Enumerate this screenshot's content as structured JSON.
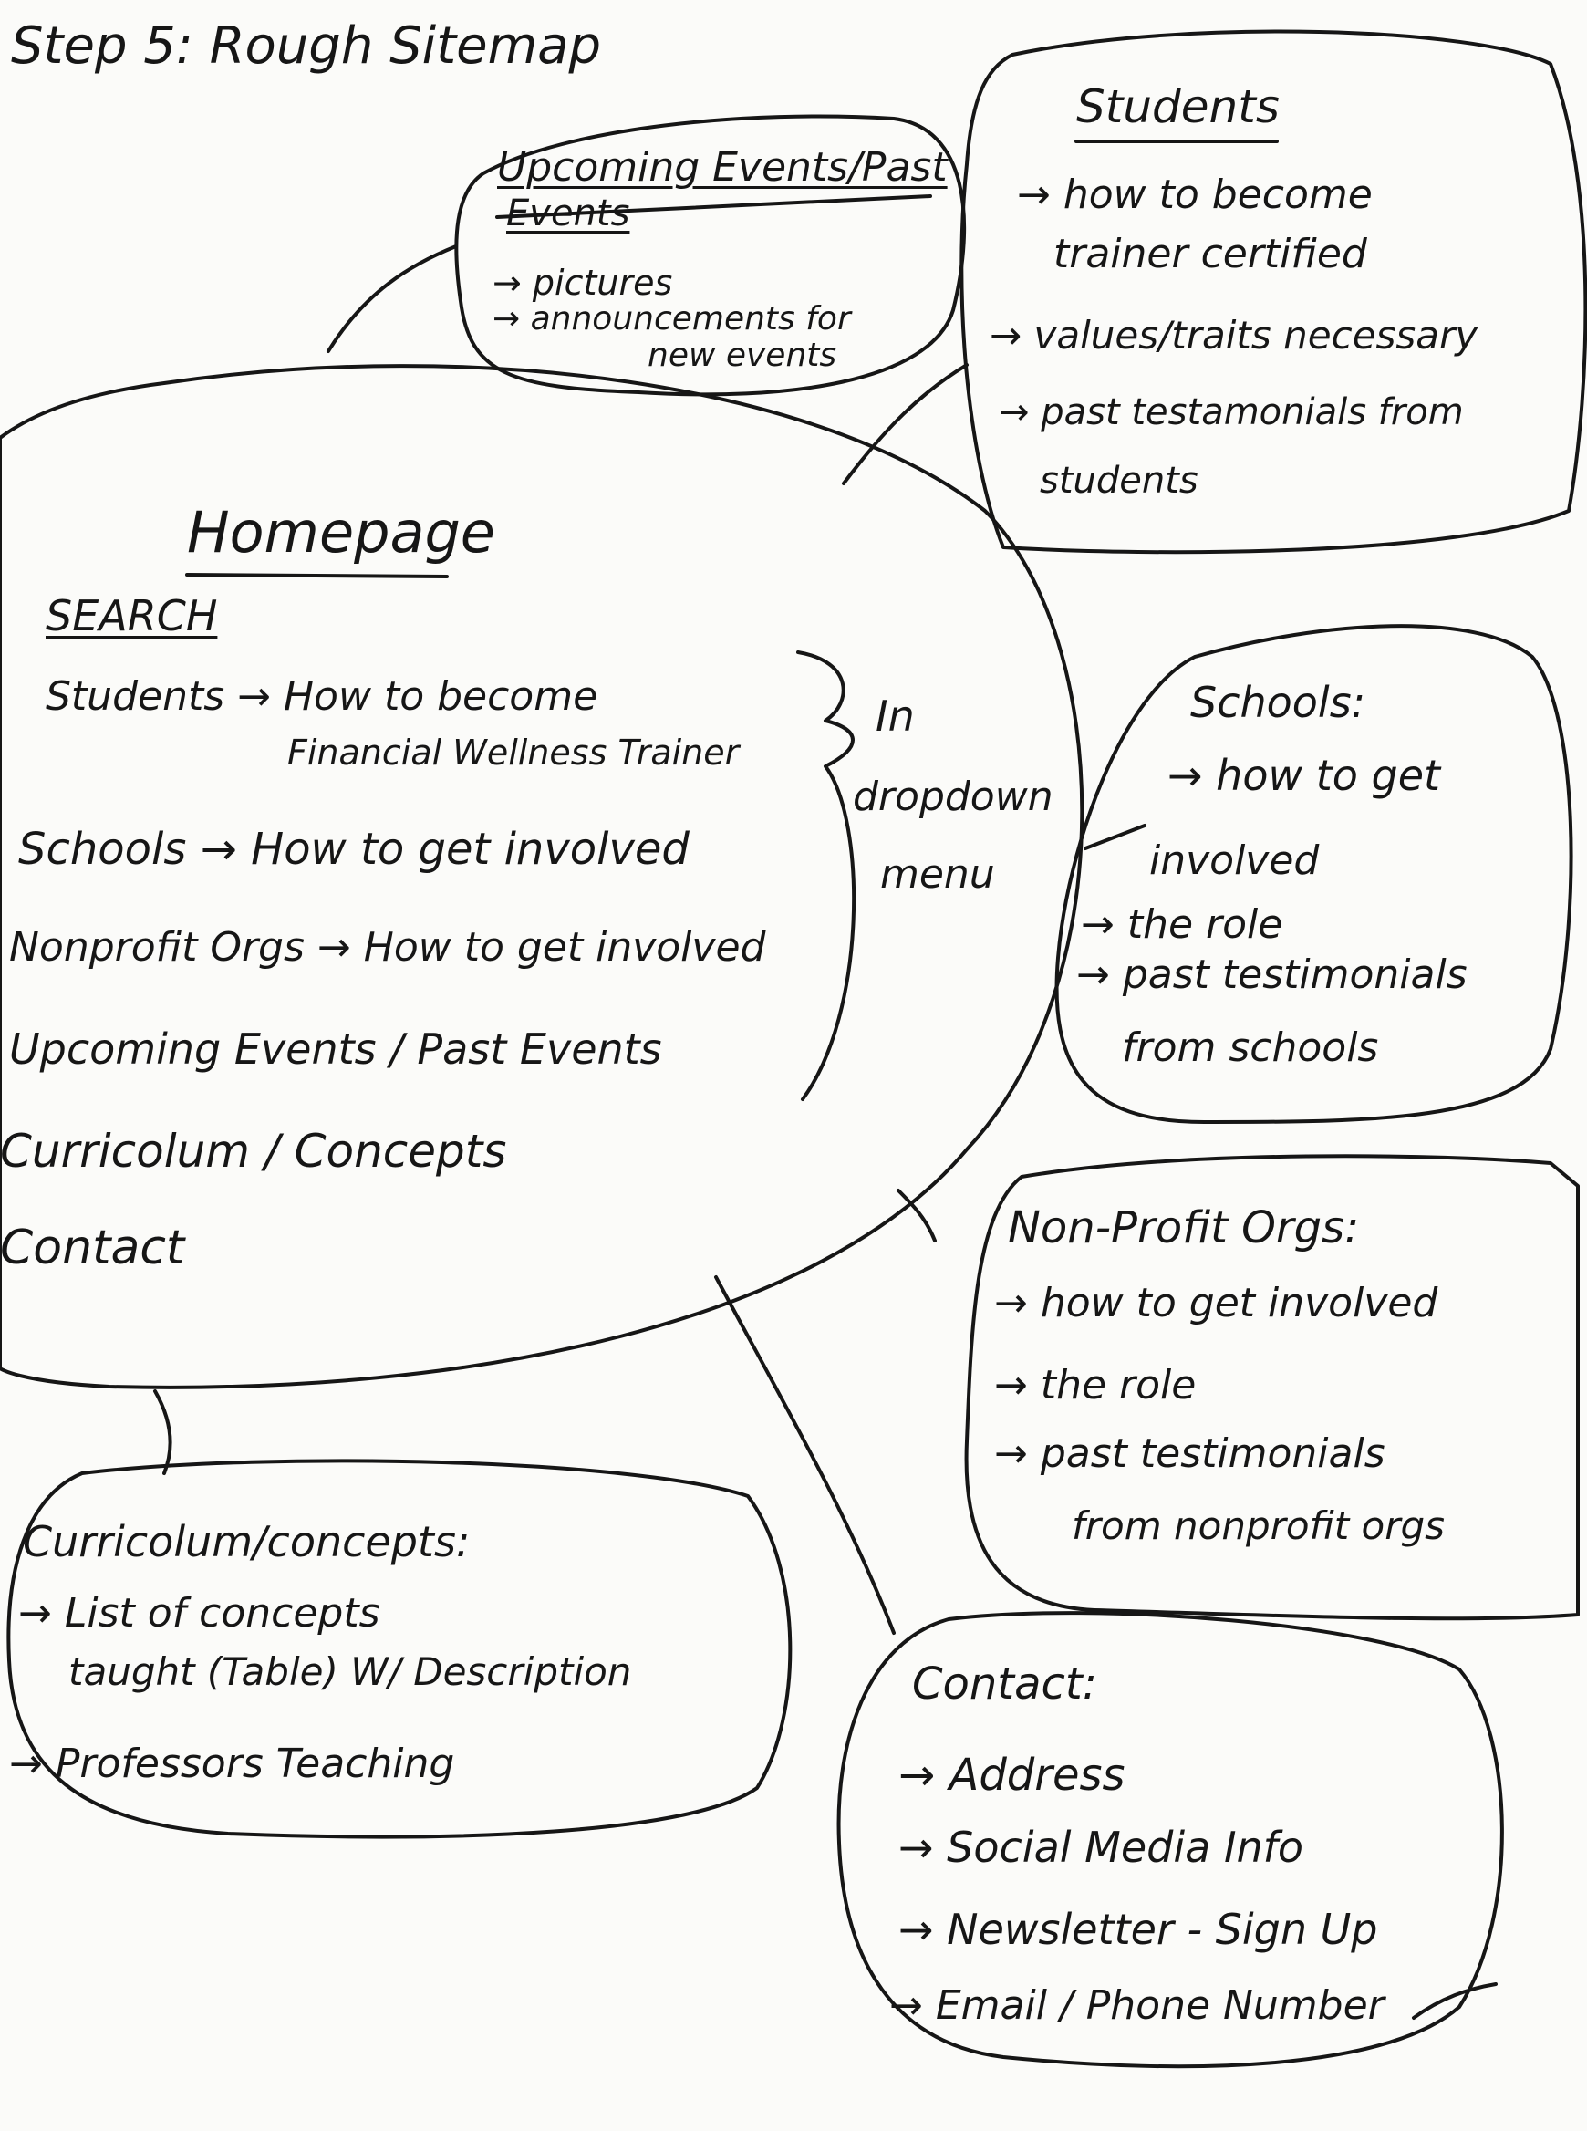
{
  "title": "Step 5: Rough Sitemap",
  "homepage": {
    "title": "Homepage",
    "search": "SEARCH",
    "items": [
      "Students → How to become",
      "Financial Wellness Trainer",
      "Schools → How to get involved",
      "Nonprofit Orgs → How to get involved",
      "Upcoming Events / Past Events",
      "Curricolum / Concepts",
      "Contact"
    ],
    "dropdown_note": [
      "In",
      "dropdown",
      "menu"
    ]
  },
  "events": {
    "title_line1": "Upcoming Events/Past",
    "title_line2": "Events",
    "items": [
      "→ pictures",
      "→ announcements for",
      "new events"
    ]
  },
  "students": {
    "title": "Students",
    "items": [
      "→ how to become",
      "trainer certified",
      "→ values/traits necessary",
      "→ past testamonials from",
      "students"
    ]
  },
  "schools": {
    "title": "Schools:",
    "items": [
      "→ how to get",
      "involved",
      "→ the role",
      "→ past testimonials",
      "from schools"
    ]
  },
  "nonprofit": {
    "title": "Non-Profit Orgs:",
    "items": [
      "→ how to get involved",
      "→ the role",
      "→ past testimonials",
      "from nonprofit orgs"
    ]
  },
  "curriculum": {
    "title": "Curricolum/concepts:",
    "items": [
      "→ List of concepts",
      "taught (Table) W/ Description",
      "→ Professors Teaching"
    ]
  },
  "contact": {
    "title": "Contact:",
    "items": [
      "→ Address",
      "→ Social Media Info",
      "→ Newsletter - Sign Up",
      "→ Email / Phone Number"
    ]
  }
}
